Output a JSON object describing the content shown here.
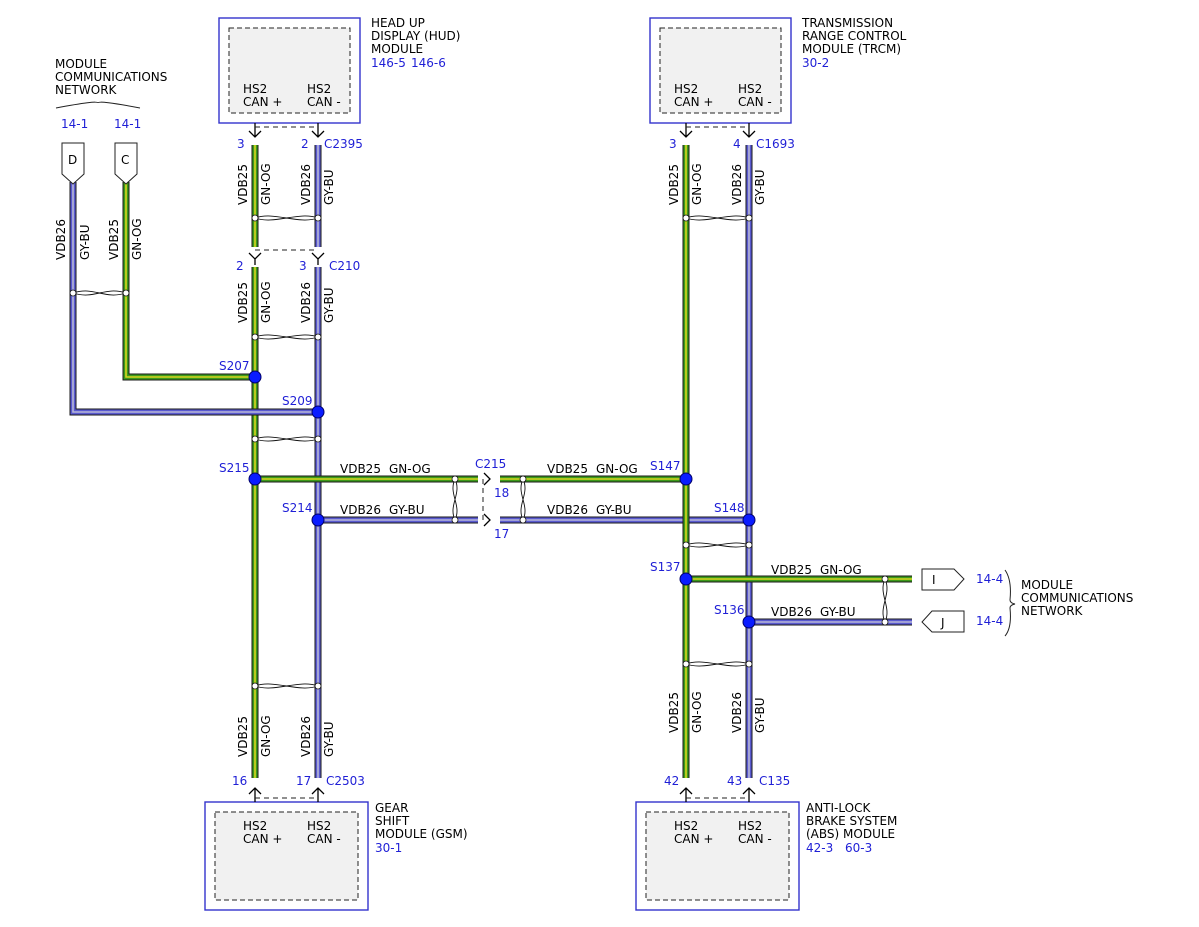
{
  "modules": {
    "hud": {
      "name_lines": [
        "HEAD UP",
        "DISPLAY (HUD)",
        "MODULE"
      ],
      "refs": [
        "146-5",
        "146-6"
      ],
      "pin_labels": [
        "HS2",
        "CAN +",
        "HS2",
        "CAN -"
      ],
      "connector": "C2395",
      "pins": [
        "3",
        "2"
      ]
    },
    "trcm": {
      "name_lines": [
        "TRANSMISSION",
        "RANGE CONTROL",
        "MODULE (TRCM)"
      ],
      "refs": [
        "30-2"
      ],
      "pin_labels": [
        "HS2",
        "CAN +",
        "HS2",
        "CAN -"
      ],
      "connector": "C1693",
      "pins": [
        "3",
        "4"
      ]
    },
    "gsm": {
      "name_lines": [
        "GEAR",
        "SHIFT",
        "MODULE (GSM)"
      ],
      "refs": [
        "30-1"
      ],
      "pin_labels": [
        "HS2",
        "CAN +",
        "HS2",
        "CAN -"
      ],
      "connector": "C2503",
      "pins": [
        "16",
        "17"
      ]
    },
    "abs": {
      "name_lines": [
        "ANTI-LOCK",
        "BRAKE SYSTEM",
        "(ABS) MODULE"
      ],
      "refs": [
        "42-3",
        "60-3"
      ],
      "pin_labels": [
        "HS2",
        "CAN +",
        "HS2",
        "CAN -"
      ],
      "connector": "C135",
      "pins": [
        "42",
        "43"
      ]
    }
  },
  "inline_connector_c210": {
    "connector": "C210",
    "pins": [
      "2",
      "3"
    ]
  },
  "inline_connector_c215": {
    "connector": "C215",
    "pins": [
      "18",
      "17"
    ]
  },
  "network_left": {
    "title_lines": [
      "MODULE",
      "COMMUNICATIONS",
      "NETWORK"
    ],
    "refs": [
      "14-1",
      "14-1"
    ],
    "flags": [
      "D",
      "C"
    ]
  },
  "network_right": {
    "title_lines": [
      "MODULE",
      "COMMUNICATIONS",
      "NETWORK"
    ],
    "refs": [
      "14-4",
      "14-4"
    ],
    "flags": [
      "I",
      "J"
    ]
  },
  "circuits": {
    "can_plus": {
      "circuit": "VDB25",
      "color": "GN-OG",
      "base_hex": "#3c9a1a",
      "stripe_hex": "#d8d620"
    },
    "can_minus": {
      "circuit": "VDB26",
      "color": "GY-BU",
      "base_hex": "#5a5ad0",
      "stripe_hex": "#b8b8d8"
    }
  },
  "splices": [
    "S207",
    "S209",
    "S215",
    "S214",
    "S147",
    "S148",
    "S137",
    "S136"
  ]
}
